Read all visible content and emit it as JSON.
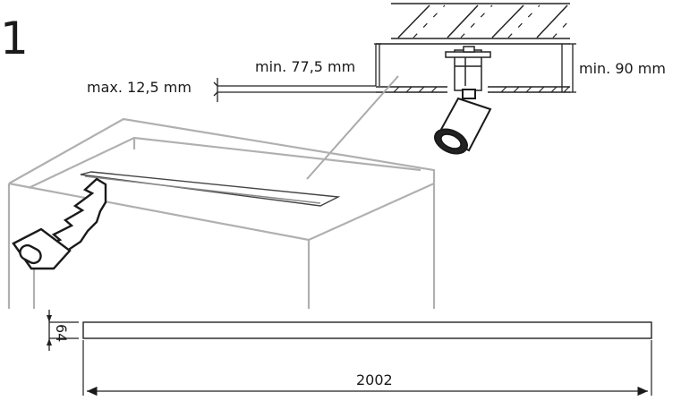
{
  "step_number": "1",
  "labels": {
    "min_depth_ceiling": "min. 77,5 mm",
    "max_board_thickness": "max. 12,5 mm",
    "min_total_depth": "min. 90 mm",
    "cutout_width": "64",
    "cutout_length": "2002"
  },
  "icons": [
    "hand-saw-icon",
    "spotlight-icon"
  ]
}
